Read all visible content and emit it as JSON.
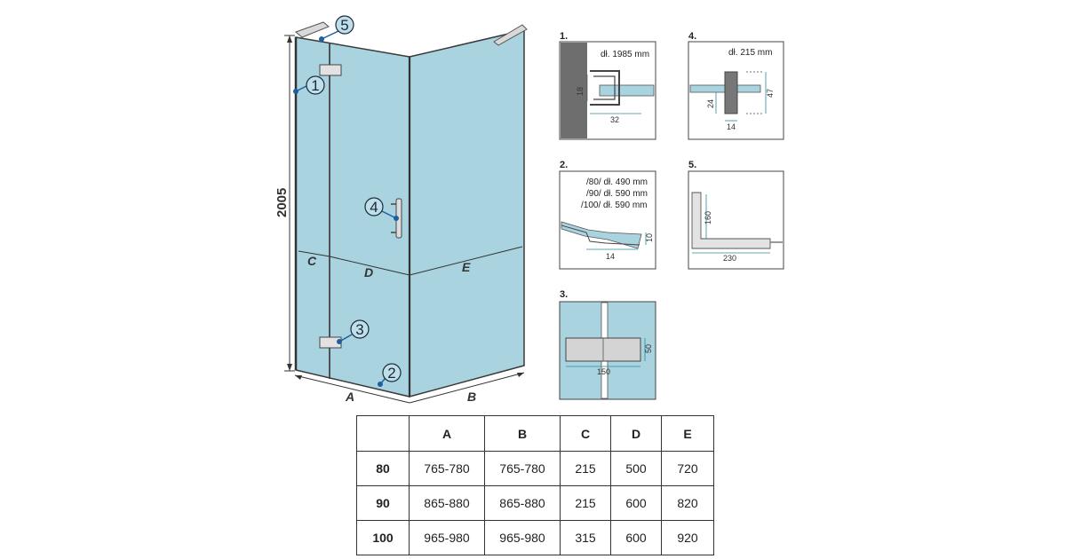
{
  "main_dims": {
    "height": "2005",
    "A": "A",
    "B": "B",
    "C": "C",
    "D": "D",
    "E": "E"
  },
  "callouts": [
    "1",
    "2",
    "3",
    "4",
    "5"
  ],
  "details": [
    {
      "num": "1.",
      "note": "dł. 1985 mm",
      "dim_h": "18",
      "dim_w": "32"
    },
    {
      "num": "2.",
      "notes": [
        "/80/ dł. 490 mm",
        "/90/ dł. 590 mm",
        "/100/ dł. 590 mm"
      ],
      "dim_h": "10",
      "dim_w": "14"
    },
    {
      "num": "3.",
      "dim_h": "50",
      "dim_w": "150"
    },
    {
      "num": "4.",
      "note": "dł. 215 mm",
      "dim_a": "47",
      "dim_b": "24",
      "dim_w": "14"
    },
    {
      "num": "5.",
      "dim_h": "160",
      "dim_w": "230"
    }
  ],
  "table": {
    "headers": [
      "",
      "A",
      "B",
      "C",
      "D",
      "E"
    ],
    "rows": [
      [
        "80",
        "765-780",
        "765-780",
        "215",
        "500",
        "720"
      ],
      [
        "90",
        "865-880",
        "865-880",
        "215",
        "600",
        "820"
      ],
      [
        "100",
        "965-980",
        "965-980",
        "315",
        "600",
        "920"
      ]
    ]
  },
  "colors": {
    "glass": "#a9d3df",
    "frame": "#3a3a3a",
    "callout_fill": "#bfe0ea",
    "dot": "#1d5fa0",
    "wall": "#6e6e6e"
  }
}
